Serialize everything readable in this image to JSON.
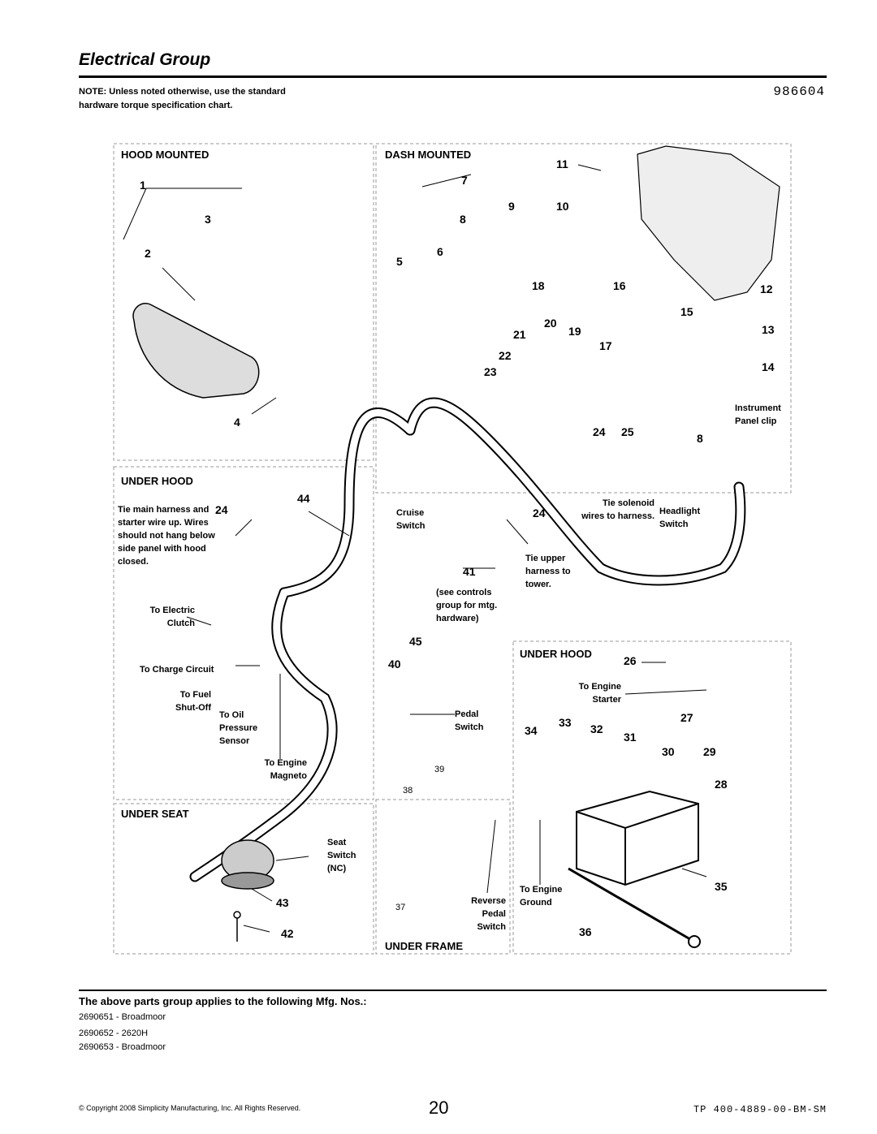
{
  "page": {
    "title": "Electrical Group",
    "doc_number": "986604",
    "note": "NOTE: Unless noted otherwise, use the standard hardware torque specification chart.",
    "applies_heading": "The above parts group applies to the following Mfg. Nos.:",
    "mfg_list": [
      "2690651 - Broadmoor",
      "2690652 - 2620H",
      "2690653 - Broadmoor"
    ],
    "copyright": "© Copyright 2008 Simplicity Manufacturing, Inc. All Rights Reserved.",
    "page_number": "20",
    "tp_number": "TP 400-4889-00-BM-SM"
  },
  "sections": {
    "hood_mounted": "HOOD MOUNTED",
    "dash_mounted": "DASH MOUNTED",
    "under_hood_left": "UNDER HOOD",
    "under_hood_right": "UNDER HOOD",
    "under_seat": "UNDER SEAT",
    "under_frame": "UNDER FRAME"
  },
  "callouts": {
    "tie_main": "Tie main harness and starter wire up. Wires should not hang below side panel with hood closed.",
    "to_electric_clutch": "To Electric Clutch",
    "to_charge_circuit": "To Charge Circuit",
    "to_fuel_shutoff": "To Fuel Shut-Off",
    "to_oil_pressure": "To Oil Pressure Sensor",
    "to_engine_magneto": "To Engine Magneto",
    "cruise_switch": "Cruise Switch",
    "see_controls": "(see controls group for mtg. hardware)",
    "tie_solenoid": "Tie solenoid wires to harness.",
    "headlight_switch": "Headlight Switch",
    "tie_upper": "Tie upper harness to tower.",
    "instrument_panel_clip": "Instrument Panel clip",
    "pedal_switch": "Pedal Switch",
    "to_engine_starter": "To Engine Starter",
    "seat_switch": "Seat Switch (NC)",
    "reverse_pedal_switch": "Reverse Pedal Switch",
    "to_engine_ground": "To Engine Ground"
  },
  "part_numbers": [
    "1",
    "2",
    "3",
    "4",
    "5",
    "6",
    "7",
    "8",
    "8",
    "9",
    "10",
    "11",
    "12",
    "13",
    "14",
    "15",
    "16",
    "17",
    "18",
    "19",
    "20",
    "21",
    "22",
    "23",
    "24",
    "24",
    "24",
    "25",
    "26",
    "27",
    "28",
    "29",
    "30",
    "31",
    "32",
    "33",
    "34",
    "35",
    "36",
    "37",
    "38",
    "39",
    "40",
    "41",
    "42",
    "43",
    "44",
    "45"
  ]
}
